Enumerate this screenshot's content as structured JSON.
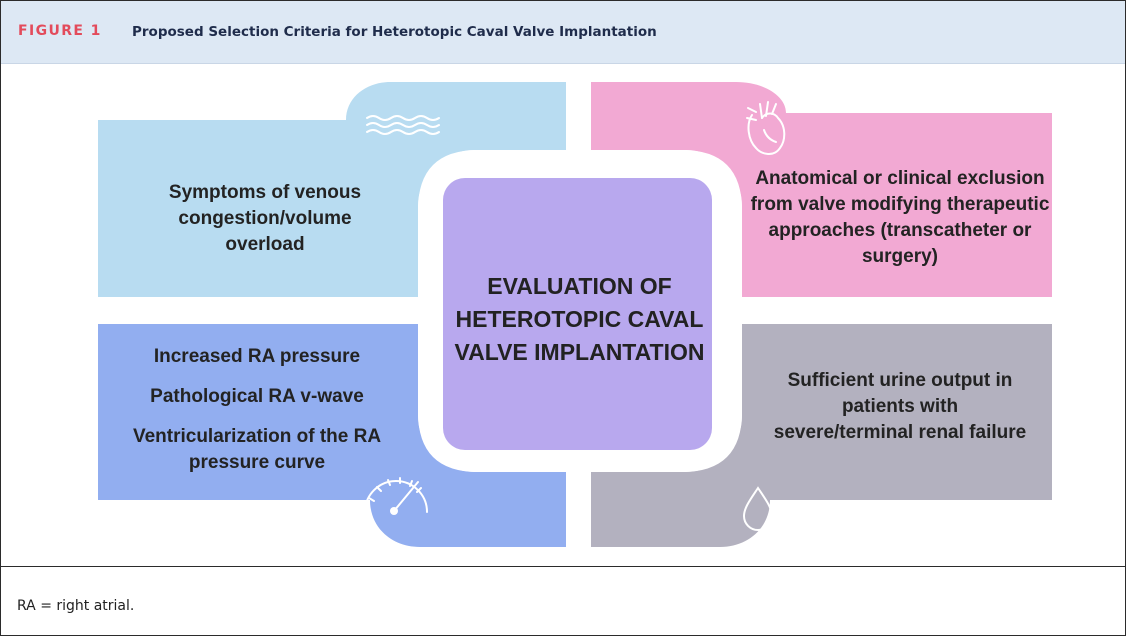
{
  "figure": {
    "label": "FIGURE 1",
    "title": "Proposed Selection Criteria for Heterotopic Caval Valve Implantation"
  },
  "center": {
    "text": "EVALUATION OF HETEROTOPIC CAVAL VALVE IMPLANTATION",
    "color": "#b8a8ee"
  },
  "quadrants": {
    "top_left": {
      "text": "Symptoms of venous congestion/volume overload",
      "icon": "waves-icon",
      "color": "#b8dcf1"
    },
    "top_right": {
      "text": "Anatomical or clinical exclusion from valve modifying therapeutic approaches (transcatheter or surgery)",
      "icon": "heart-icon",
      "color": "#f2a9d3"
    },
    "bottom_left": {
      "items": [
        "Increased RA pressure",
        "Pathological RA v-wave",
        "Ventricularization of the RA pressure curve"
      ],
      "icon": "gauge-icon",
      "color": "#92aef0"
    },
    "bottom_right": {
      "text": "Sufficient urine output in patients with severe/terminal renal failure",
      "icon": "droplet-icon",
      "color": "#b3b1bf"
    }
  },
  "footnote": "RA = right atrial."
}
